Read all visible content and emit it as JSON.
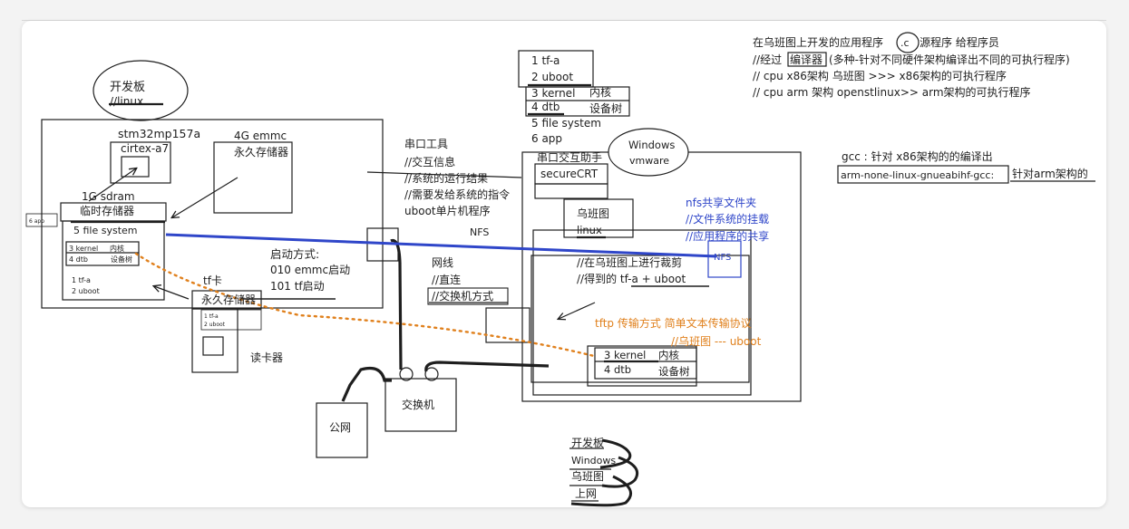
{
  "colors": {
    "ink": "#1e1e1e",
    "blue": "#2f46c9",
    "orange": "#e0801c"
  },
  "board": {
    "bubble": "开发板",
    "bubble_sub": "//linux",
    "soc": "stm32mp157a",
    "cpu": "cirtex-a7",
    "emmc_title": "4G emmc",
    "emmc_desc": "永久存储器",
    "sdram_title": "1G sdram",
    "sdram_desc": "临时存储器",
    "app_small": "6 app",
    "fs": "5 file system",
    "kernel": "3 kernel",
    "kernel_desc": "内核",
    "dtb": "4 dtb",
    "dtb_desc": "设备树",
    "tfa": "1 tf-a",
    "uboot": "2 uboot",
    "boot_title": "启动方式:",
    "boot_emmc": "010  emmc启动",
    "boot_tf": "101  tf启动"
  },
  "tf_card": {
    "title": "tf卡",
    "desc": "永久存储器",
    "tfa": "1 tf-a",
    "uboot": "2 uboot",
    "reader": "读卡器"
  },
  "serial": {
    "title": "串口工具",
    "line1": "//交互信息",
    "line2": "//系统的运行结果",
    "line3": "//需要发给系统的指令",
    "line4": "uboot单片机程序",
    "nfs": "NFS"
  },
  "network": {
    "title": "网线",
    "line1": "//直连",
    "line2": "//交换机方式",
    "switch": "交换机",
    "public": "公网"
  },
  "image_list": {
    "tfa": "1 tf-a",
    "uboot": "2 uboot",
    "kernel": "3 kernel",
    "kernel_desc": "内核",
    "dtb": "4 dtb",
    "dtb_desc": "设备树",
    "fs": "5 file system",
    "app": "6 app"
  },
  "host": {
    "serial_helper": "串口交互助手",
    "securecrt": "secureCRT",
    "windows": "Windows",
    "vmware": "vmware",
    "ubuntu": "乌班图",
    "ubuntu_sub": "linux",
    "crop1": "//在乌班图上进行裁剪",
    "crop2": "//得到的  tf-a + uboot",
    "kernel": "3 kernel",
    "kernel_desc": "内核",
    "dtb": "4 dtb",
    "dtb_desc": "设备树"
  },
  "nfs_note": {
    "line1": "nfs共享文件夹",
    "line2": "//文件系统的挂载",
    "line3": "//应用程序的共享",
    "box": "NFS"
  },
  "tftp_note": {
    "line1": "tftp  传输方式  简单文本传输协议",
    "line2": "//乌班图  ---  uboot"
  },
  "notes": {
    "line1": "在乌班图上开发的应用程序",
    "line1_mark": ".c",
    "line1_tail": "源程序  给程序员",
    "line2_pre": "//经过",
    "line2_box": "编译器",
    "line2_tail": "(多种-针对不同硬件架构编译出不同的可执行程序)",
    "line3": "//  cpu  x86架构    乌班图   >>>  x86架构的可执行程序",
    "line4": "//  cpu  arm  架构   openstlinux>>  arm架构的可执行程序"
  },
  "gcc": {
    "line1": "gcc :   针对  x86架构的的编译出",
    "arm_cmd": "arm-none-linux-gnueabihf-gcc:",
    "arm_desc": "针对arm架构的"
  },
  "stack": {
    "item1": "开发板",
    "item2": "Windows",
    "item3": "乌班图",
    "item4": "上网"
  }
}
